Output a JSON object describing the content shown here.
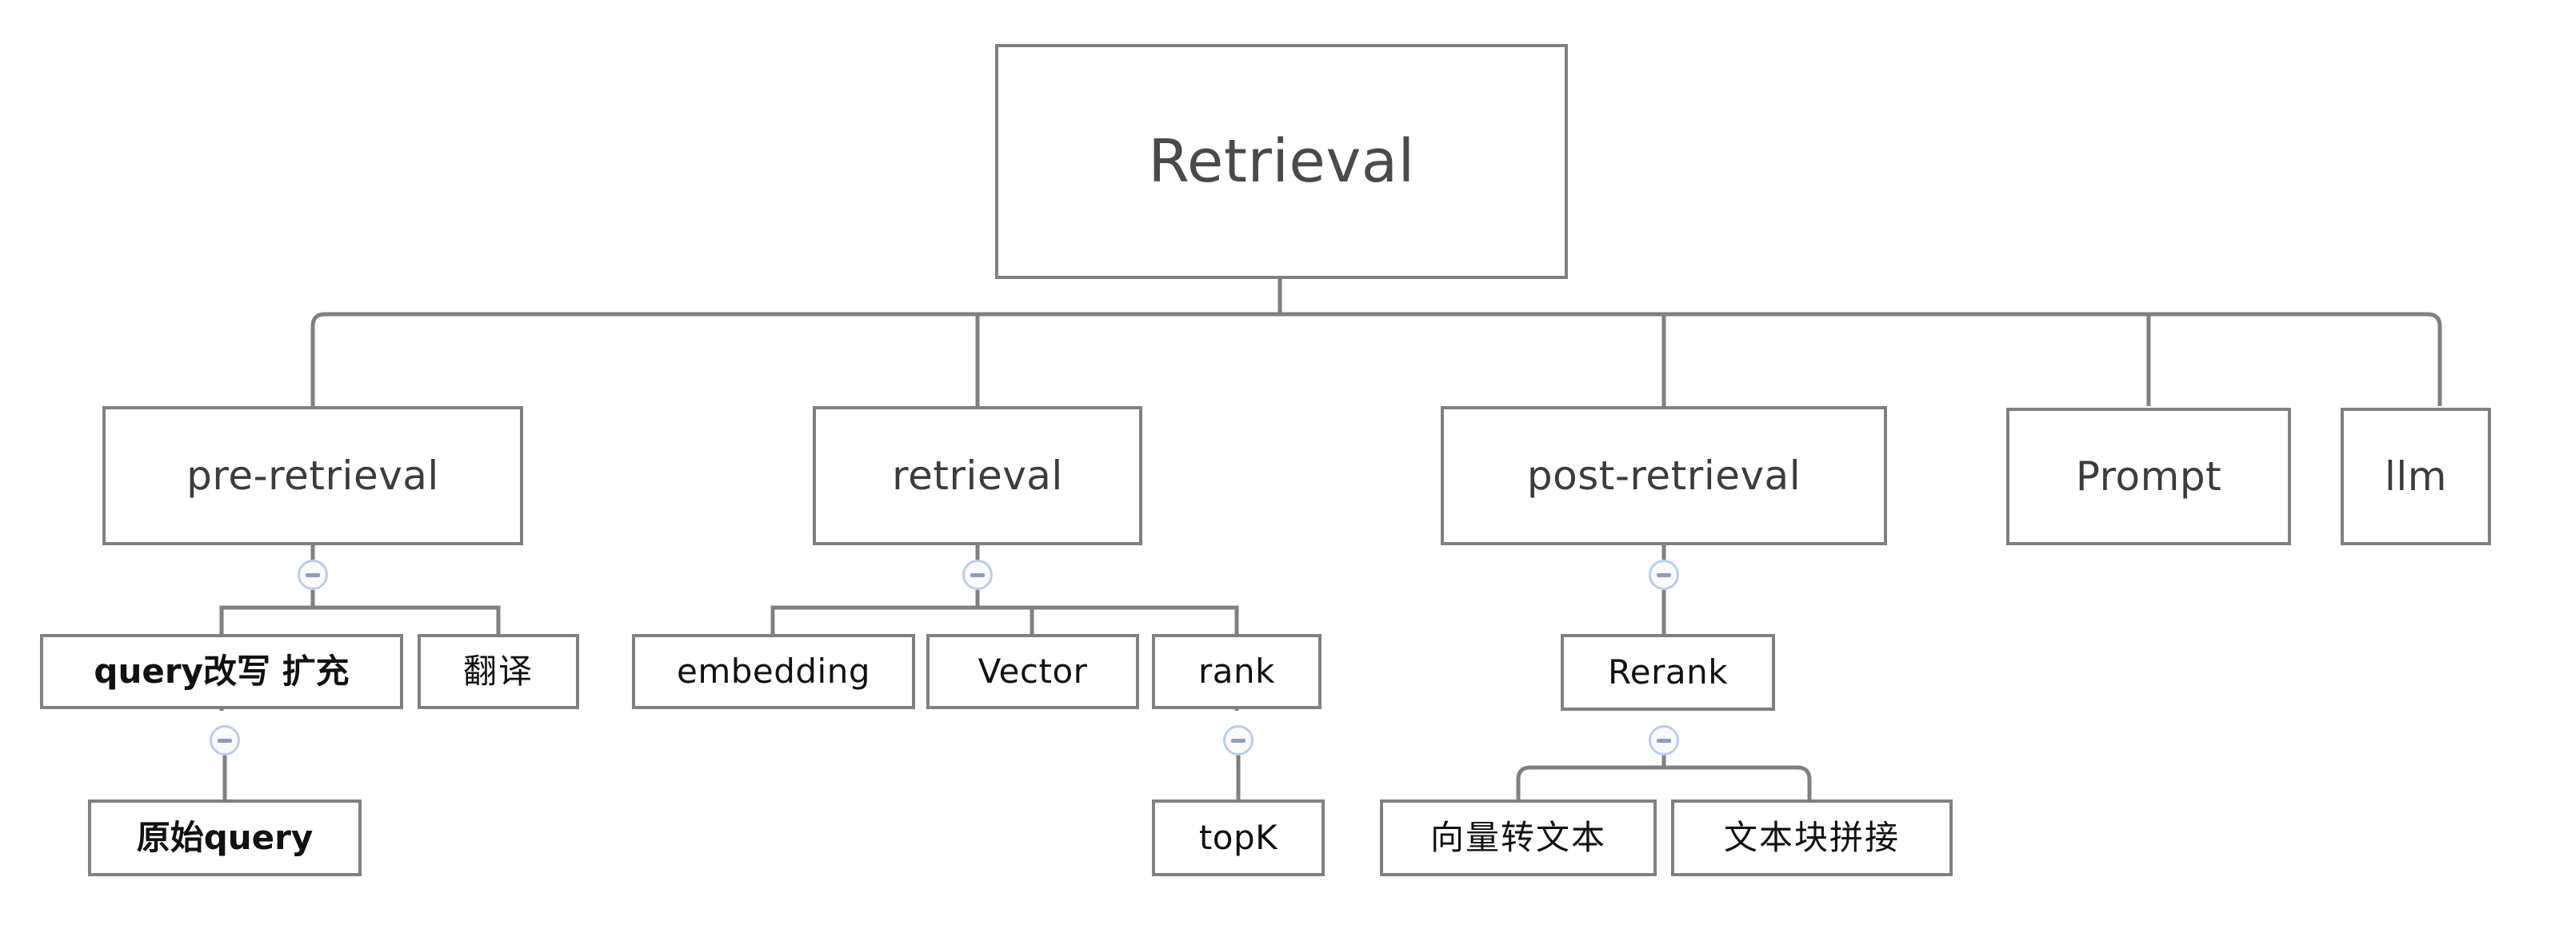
{
  "diagram": {
    "type": "tree-mindmap",
    "title_node": "Retrieval",
    "stroke_color": "#808080",
    "toggle_border_color": "#b9cdeb",
    "toggle_glyph_color": "#8b9dc3",
    "text_color": "#3c3c3c",
    "background": "#ffffff",
    "toggle_symbol": "minus"
  },
  "nodes": {
    "root": {
      "label": "Retrieval"
    },
    "level1": [
      {
        "id": "pre-retrieval",
        "label": "pre-retrieval"
      },
      {
        "id": "retrieval",
        "label": "retrieval"
      },
      {
        "id": "post-retrieval",
        "label": "post-retrieval"
      },
      {
        "id": "prompt",
        "label": "Prompt"
      },
      {
        "id": "llm",
        "label": "llm"
      }
    ],
    "level2": [
      {
        "id": "query-rewrite",
        "label": "query改写 扩充",
        "parent": "pre-retrieval"
      },
      {
        "id": "translate",
        "label": "翻译",
        "parent": "pre-retrieval"
      },
      {
        "id": "embedding",
        "label": "embedding",
        "parent": "retrieval"
      },
      {
        "id": "vector",
        "label": "Vector",
        "parent": "retrieval"
      },
      {
        "id": "rank",
        "label": "rank",
        "parent": "retrieval"
      },
      {
        "id": "rerank",
        "label": "Rerank",
        "parent": "post-retrieval"
      }
    ],
    "level3": [
      {
        "id": "original-query",
        "label": "原始query",
        "parent": "query-rewrite"
      },
      {
        "id": "topk",
        "label": "topK",
        "parent": "rank"
      },
      {
        "id": "vec2text",
        "label": "向量转文本",
        "parent": "rerank"
      },
      {
        "id": "chunk-concat",
        "label": "文本块拼接",
        "parent": "rerank"
      }
    ]
  },
  "toggles": [
    {
      "id": "toggle-pre-retrieval",
      "owner": "pre-retrieval",
      "state": "expanded",
      "symbol": "−"
    },
    {
      "id": "toggle-retrieval",
      "owner": "retrieval",
      "state": "expanded",
      "symbol": "−"
    },
    {
      "id": "toggle-post-retrieval",
      "owner": "post-retrieval",
      "state": "expanded",
      "symbol": "−"
    },
    {
      "id": "toggle-query-rewrite",
      "owner": "query-rewrite",
      "state": "expanded",
      "symbol": "−"
    },
    {
      "id": "toggle-rank",
      "owner": "rank",
      "state": "expanded",
      "symbol": "−"
    },
    {
      "id": "toggle-rerank",
      "owner": "rerank",
      "state": "expanded",
      "symbol": "−"
    }
  ]
}
